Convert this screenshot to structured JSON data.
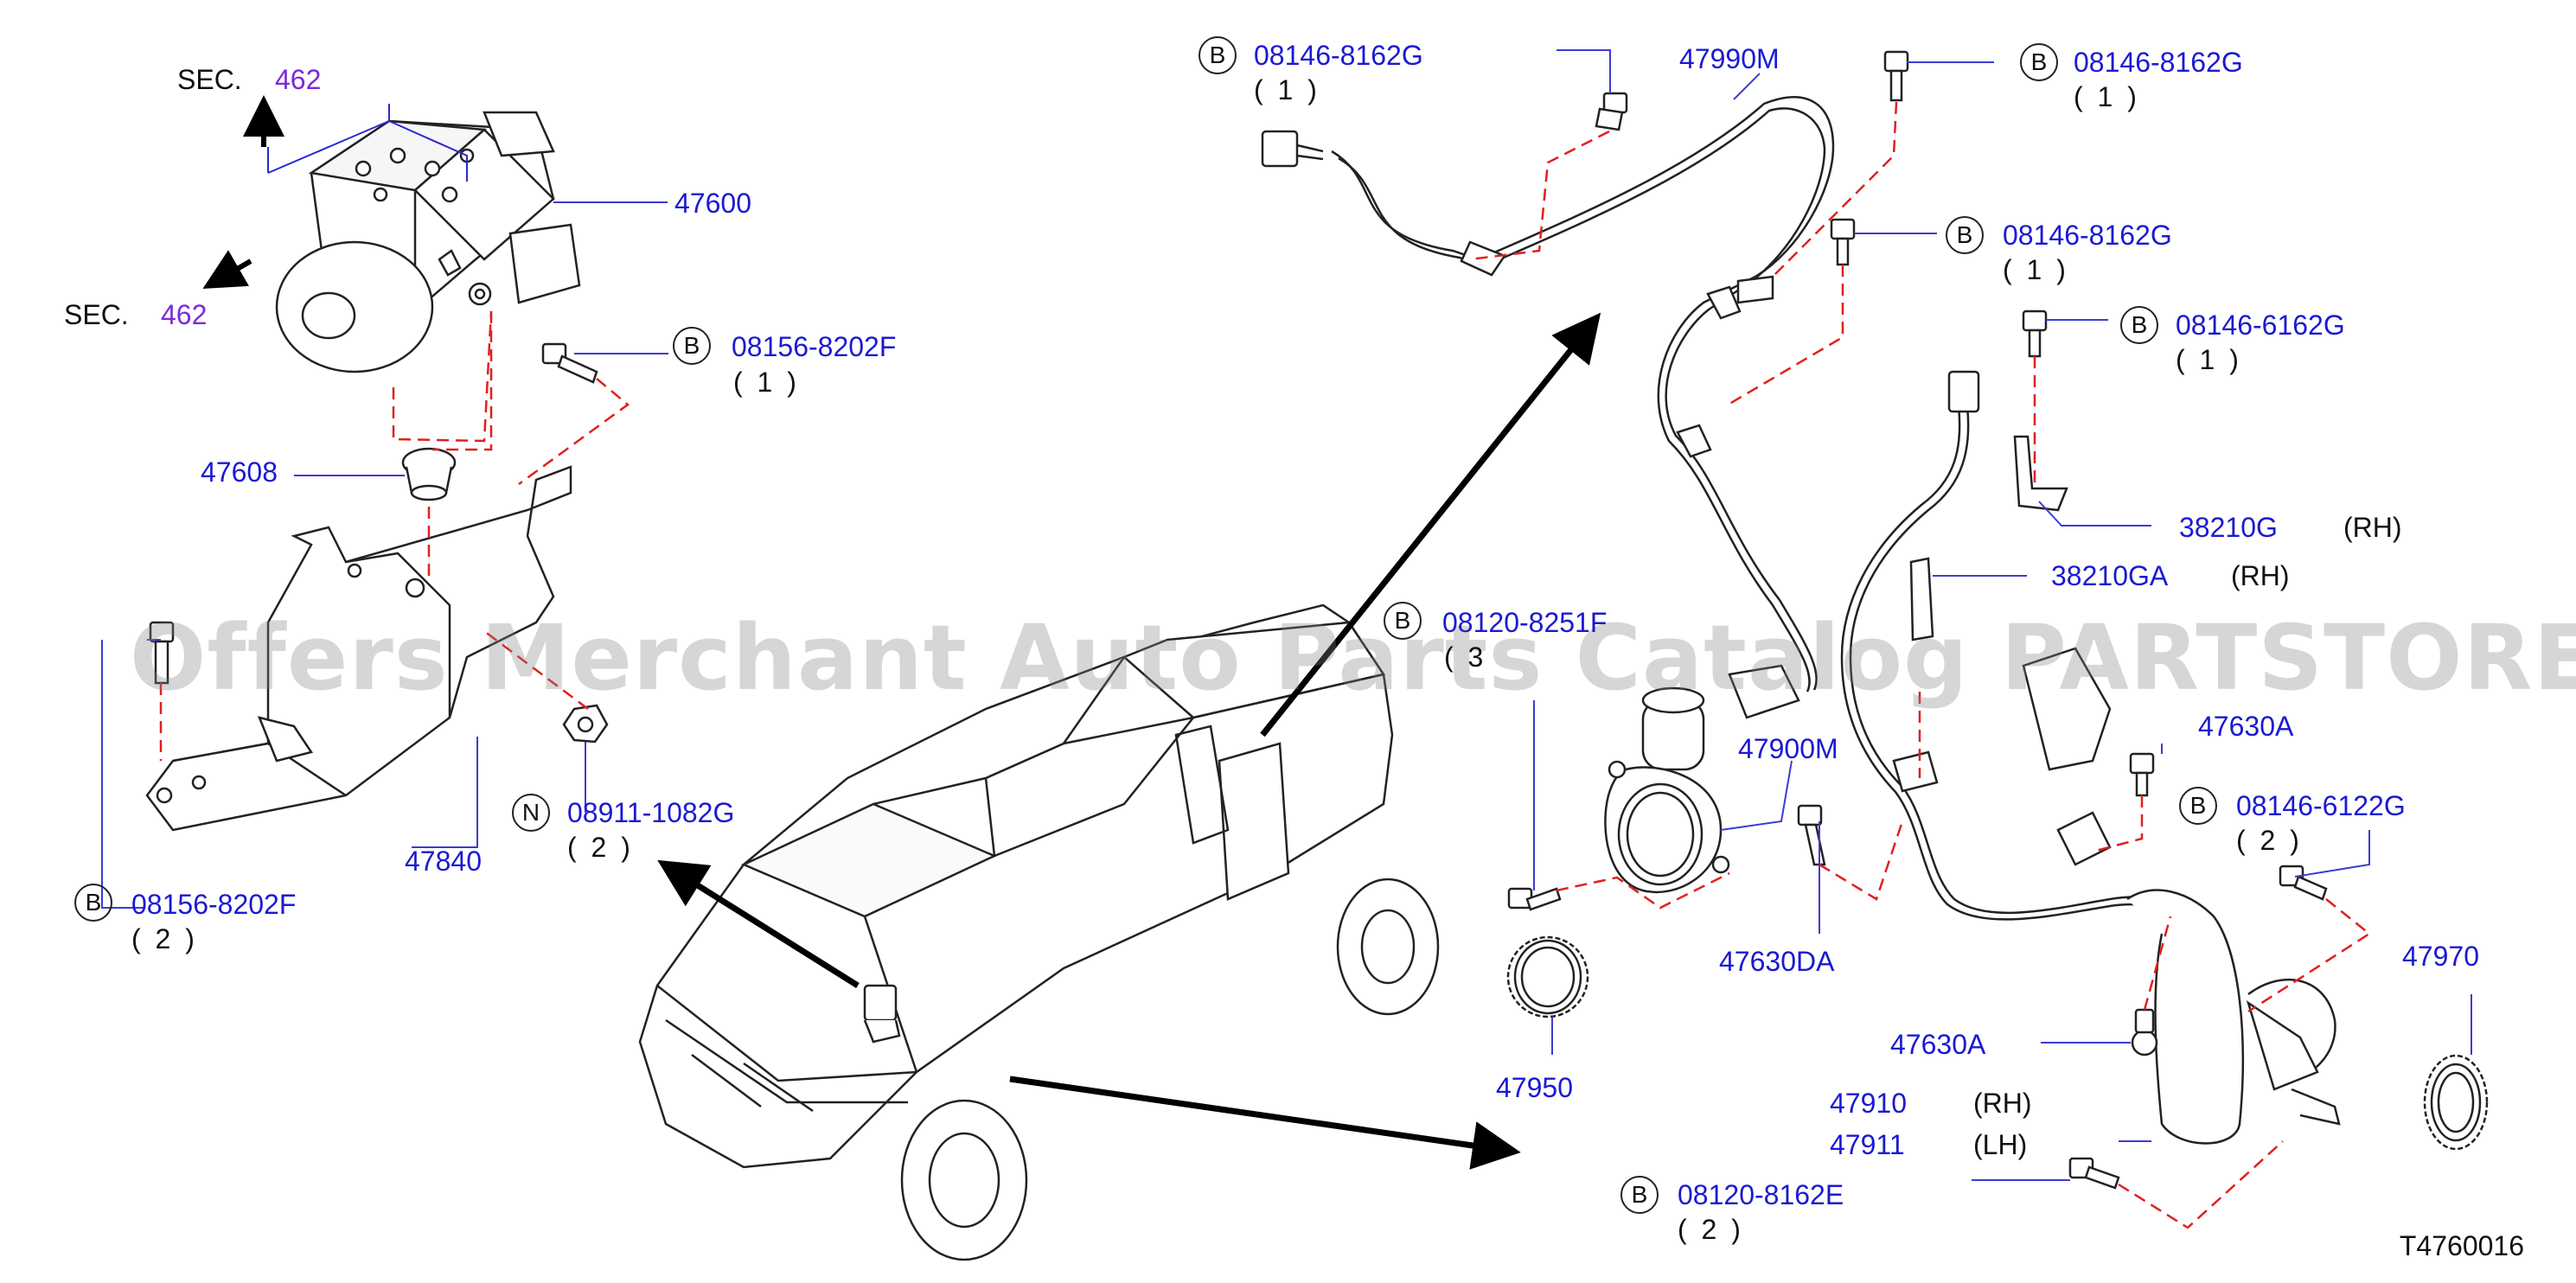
{
  "diagram": {
    "sec": {
      "prefix": "SEC.",
      "number": "462"
    },
    "parts": {
      "p47600": "47600",
      "p47608": "47608",
      "p47840": "47840",
      "p47990m": "47990M",
      "p47900m": "47900M",
      "p47950": "47950",
      "p47630da": "47630DA",
      "p47630a": "47630A",
      "p47970": "47970",
      "p47910": "47910",
      "p47911": "47911",
      "p38210g": "38210G",
      "p38210ga": "38210GA"
    },
    "bolts": {
      "b08156_8202f": "08156-8202F",
      "b08146_8162g": "08146-8162G",
      "b08146_6162g": "08146-6162G",
      "b08146_6122g": "08146-6122G",
      "b08120_8251f": "08120-8251F",
      "b08120_8162e": "08120-8162E",
      "n08911_1082g": "08911-1082G"
    },
    "markers": {
      "b": "B",
      "n": "N"
    },
    "quantities": {
      "q1": "( 1 )",
      "q2": "( 2 )",
      "q3": "( 3"
    },
    "sides": {
      "rh": "(RH)",
      "lh": "(LH)"
    },
    "diagram_code": "T4760016",
    "watermark": "Offers Merchant Auto Parts Catalog PARTSTORE.SA",
    "colors": {
      "part_number": "#1a1ad2",
      "section_ref": "#7a2ad8",
      "dash_line": "#e02020",
      "ink": "#222222"
    }
  }
}
